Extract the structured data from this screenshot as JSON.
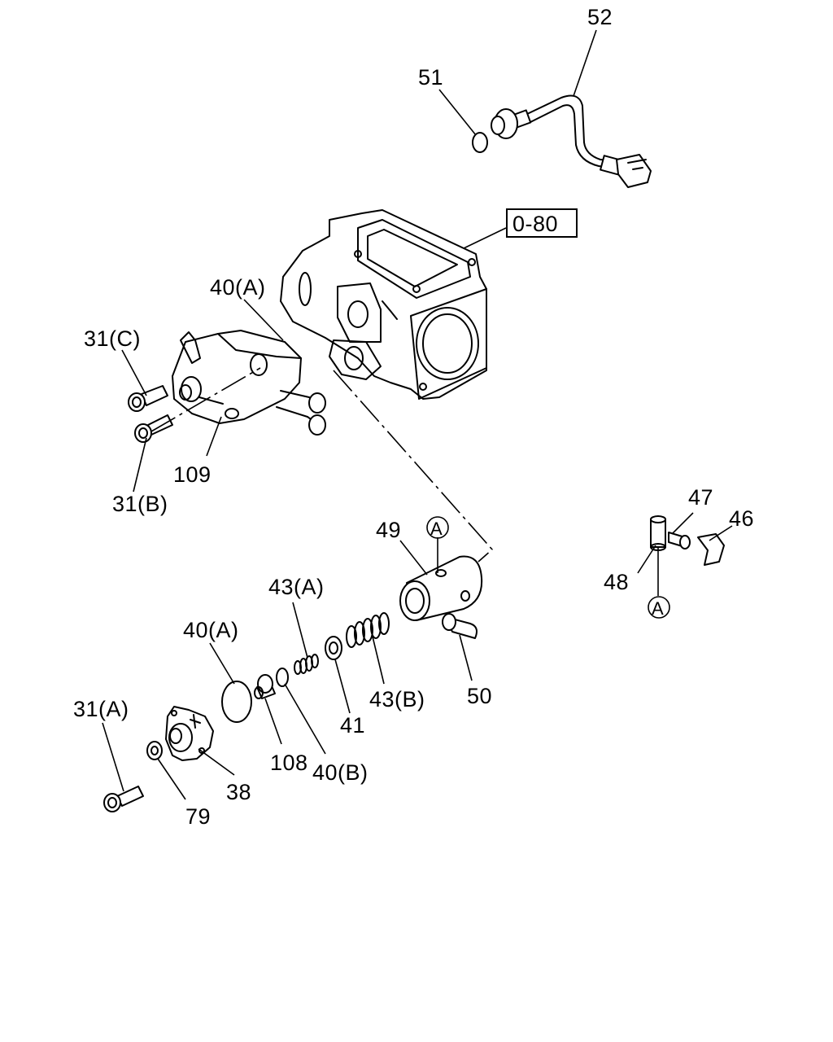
{
  "labels": {
    "p52": "52",
    "p51": "51",
    "ref": "0-80",
    "p40a_top": "40(A)",
    "p31c": "31(C)",
    "p109": "109",
    "p31b": "31(B)",
    "p49": "49",
    "marker_a1": "A",
    "p47": "47",
    "p46": "46",
    "p48": "48",
    "marker_a2": "A",
    "p43a": "43(A)",
    "p40a_low": "40(A)",
    "p43b": "43(B)",
    "p50": "50",
    "p41": "41",
    "p31a": "31(A)",
    "p108": "108",
    "p40b": "40(B)",
    "p38": "38",
    "p79": "79"
  }
}
